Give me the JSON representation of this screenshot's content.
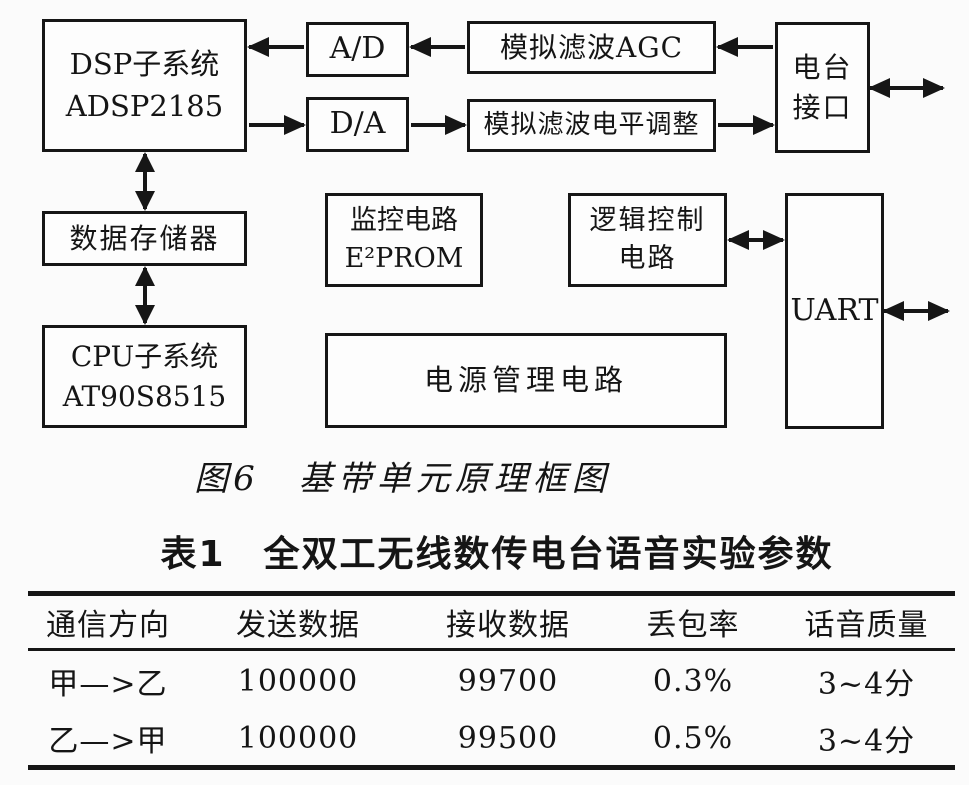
{
  "figure": {
    "caption": "图6　基带单元原理框图",
    "blocks": {
      "dsp_line1": "DSP子系统",
      "dsp_line2": "ADSP2185",
      "ad": "A/D",
      "agc": "模拟滤波AGC",
      "radio_line1": "电台",
      "radio_line2": "接口",
      "da": "D/A",
      "level_adjust": "模拟滤波电平调整",
      "data_memory": "数据存储器",
      "monitor_line1": "监控电路",
      "monitor_line2": "E²PROM",
      "logic_line1": "逻辑控制",
      "logic_line2": "电路",
      "uart": "UART",
      "cpu_line1": "CPU子系统",
      "cpu_line2": "AT90S8515",
      "power": "电源管理电路"
    }
  },
  "table": {
    "title": "表1　全双工无线数传电台语音实验参数",
    "headers": [
      "通信方向",
      "发送数据",
      "接收数据",
      "丢包率",
      "话音质量"
    ],
    "rows": [
      [
        "甲—>乙",
        "100000",
        "99700",
        "0.3%",
        "3~4分"
      ],
      [
        "乙—>甲",
        "100000",
        "99500",
        "0.5%",
        "3~4分"
      ]
    ]
  }
}
